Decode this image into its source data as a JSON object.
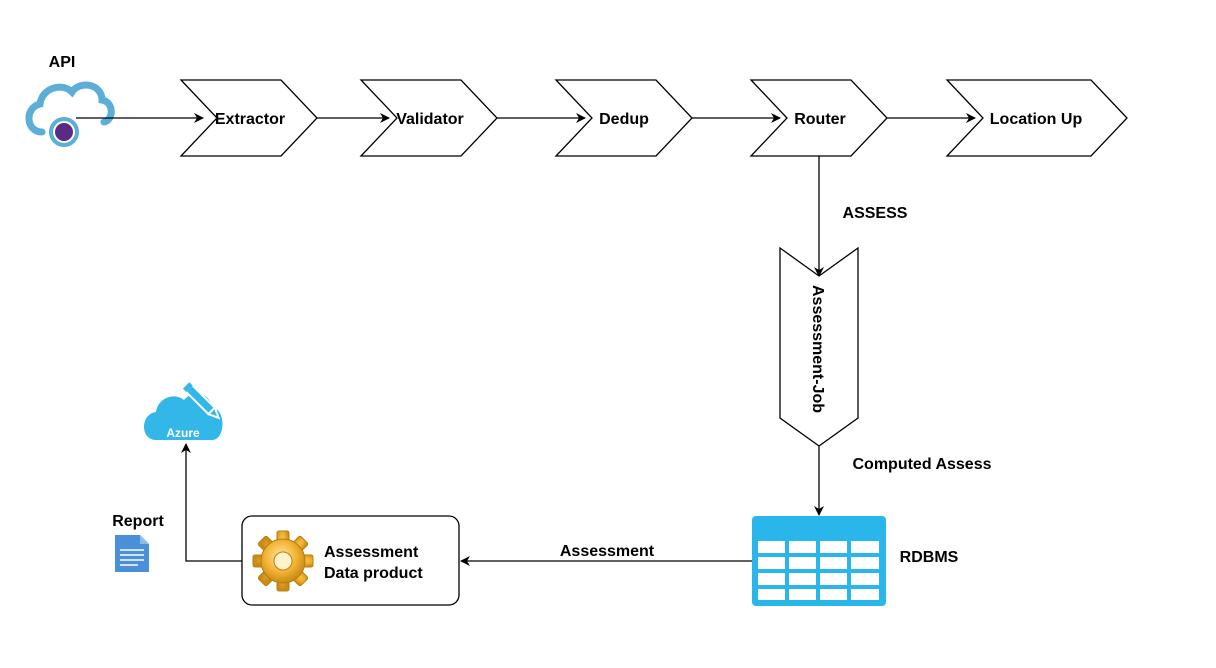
{
  "labels": {
    "api": "API",
    "extractor": "Extractor",
    "validator": "Validator",
    "dedup": "Dedup",
    "router": "Router",
    "location_up": "Location Up",
    "assess_edge": "ASSESS",
    "assessment_job": "Assessment-Job",
    "computed_assess": "Computed Assess",
    "rdbms": "RDBMS",
    "assessment_edge": "Assessment",
    "data_product_line1": "Assessment",
    "data_product_line2": "Data product",
    "report": "Report",
    "azure_logo_text": "Azure"
  },
  "colors": {
    "line": "#000000",
    "api_cloud": "#5aaed8",
    "api_dot": "#5b2a86",
    "azure_cloud": "#33b6e8",
    "rdbms_fill": "#29b6ea",
    "rdbms_cell": "#ffffff",
    "report_doc": "#4a90d9",
    "gear": "#e8a826"
  },
  "icons": {
    "api": "cloud-api-icon",
    "azure": "azure-cloud-icon",
    "rdbms": "database-table-icon",
    "report": "document-icon",
    "gear": "gear-icon"
  }
}
